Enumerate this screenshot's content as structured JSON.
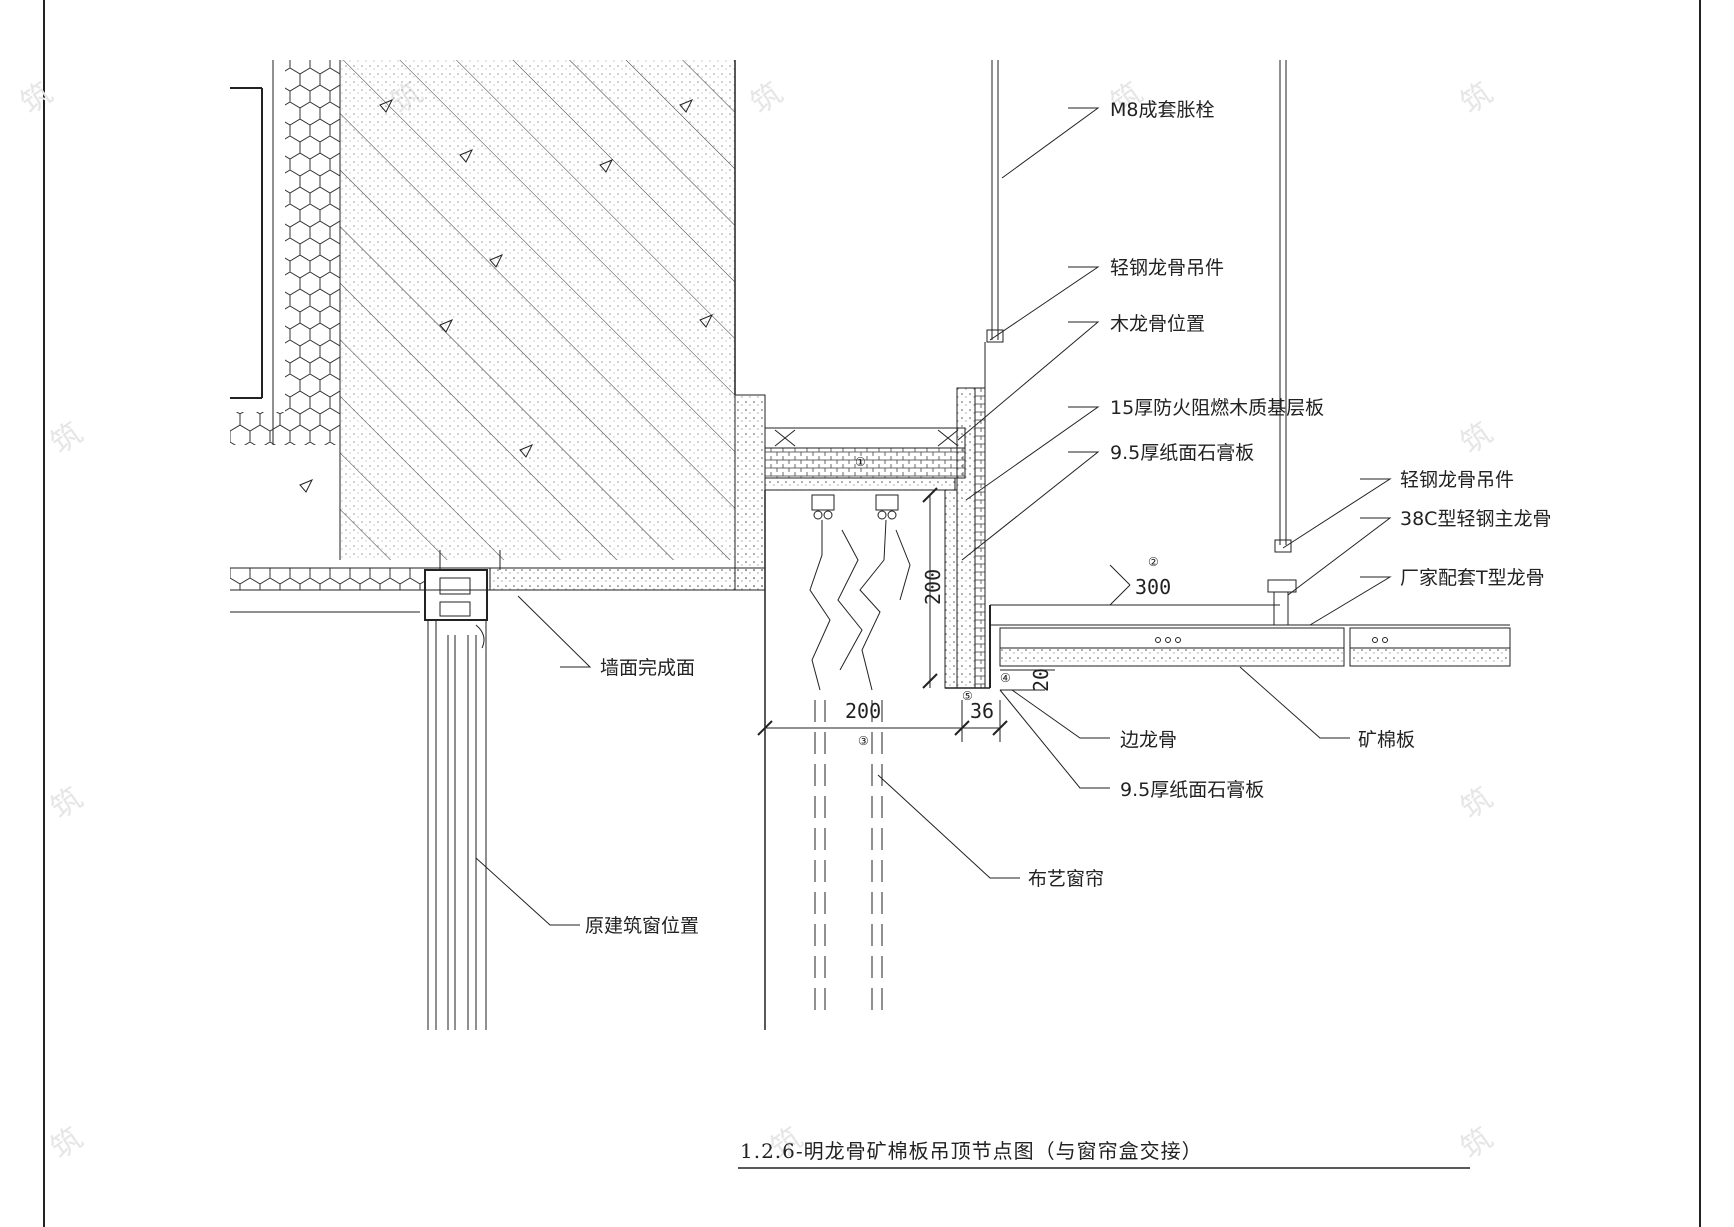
{
  "title": "1.2.6-明龙骨矿棉板吊顶节点图（与窗帘盒交接）",
  "labels": {
    "m8_bolt": "M8成套胀栓",
    "hanger_1": "轻钢龙骨吊件",
    "wood_keel": "木龙骨位置",
    "base_board": "15厚防火阻燃木质基层板",
    "gypsum_1": "9.5厚纸面石膏板",
    "hanger_2": "轻钢龙骨吊件",
    "main_keel": "38C型轻钢主龙骨",
    "t_keel": "厂家配套T型龙骨",
    "wall_finish": "墙面完成面",
    "edge_keel": "边龙骨",
    "mineral_board": "矿棉板",
    "gypsum_2": "9.5厚纸面石膏板",
    "curtain": "布艺窗帘",
    "window": "原建筑窗位置"
  },
  "dimensions": {
    "d200_v": "200",
    "d200_h": "200",
    "d36": "36",
    "d300": "300",
    "d20": "20"
  },
  "markers": {
    "m1": "①",
    "m2": "②",
    "m3": "③",
    "m4": "④",
    "m5": "⑤"
  }
}
